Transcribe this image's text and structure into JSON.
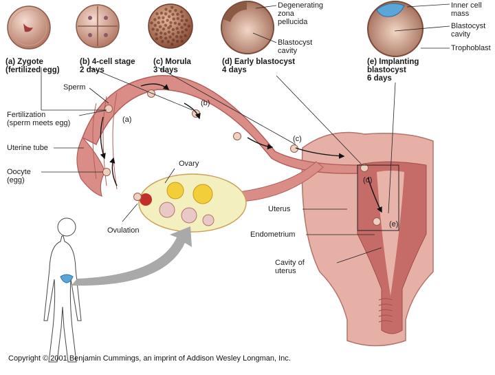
{
  "colors": {
    "tissue": "#d98d86",
    "tissue_dark": "#b35e5a",
    "uterus": "#e2a39a",
    "endometrium": "#c8706b",
    "ovary": "#f4efbf",
    "follicle": "#f2cf3a",
    "egg": "#e8c9b8",
    "arrow_gray": "#a9a9a9"
  },
  "stages": [
    {
      "key": "a",
      "label": "(a) Zygote\n(fertilized egg)"
    },
    {
      "key": "b",
      "label": "(b) 4-cell stage\n2 days"
    },
    {
      "key": "c",
      "label": "(c) Morula\n3 days"
    },
    {
      "key": "d",
      "label": "(d) Early blastocyst\n4 days"
    },
    {
      "key": "e",
      "label": "(e) Implanting\nblastocyst\n6 days"
    }
  ],
  "callouts": {
    "degenerating_zona": "Degenerating\nzona\npellucida",
    "blastocyst_cavity_d": "Blastocyst\ncavity",
    "inner_cell_mass": "Inner cell\nmass",
    "blastocyst_cavity_e": "Blastocyst\ncavity",
    "trophoblast": "Trophoblast"
  },
  "labels": {
    "sperm": "Sperm",
    "fertilization": "Fertilization\n(sperm meets egg)",
    "uterine_tube": "Uterine tube",
    "oocyte": "Oocyte\n(egg)",
    "ovary": "Ovary",
    "ovulation": "Ovulation",
    "uterus": "Uterus",
    "endometrium": "Endometrium",
    "cavity": "Cavity of\nuterus"
  },
  "path_markers": [
    "(a)",
    "(b)",
    "(c)",
    "(d)",
    "(e)"
  ],
  "copyright": "Copyright © 2001 Benjamin Cummings, an imprint of Addison Wesley Longman, Inc."
}
